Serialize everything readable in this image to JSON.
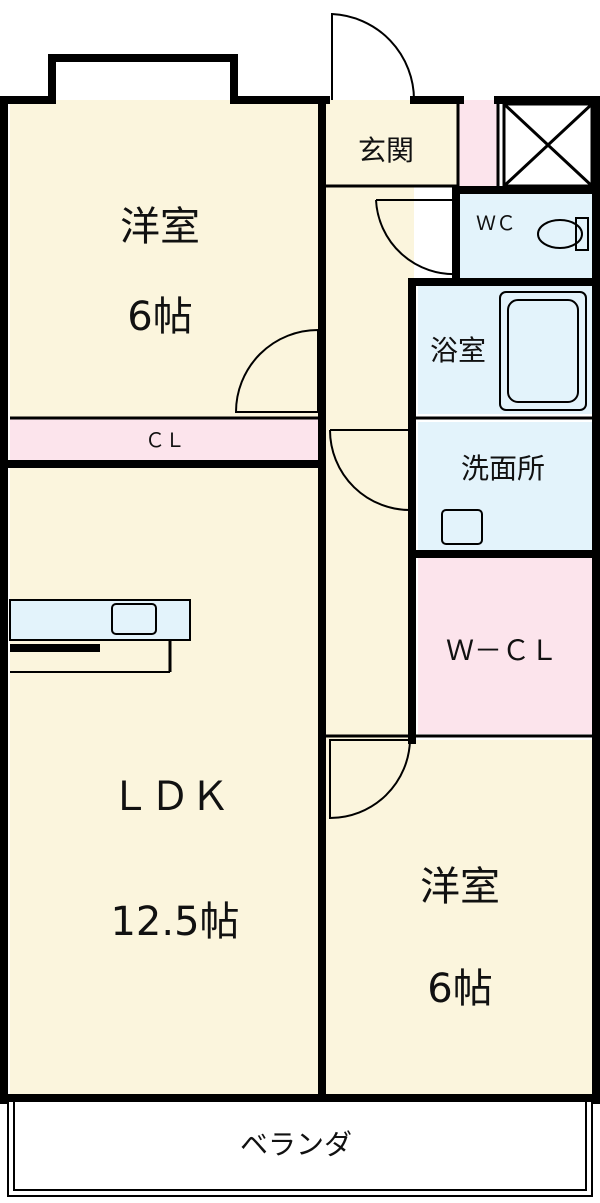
{
  "floor_plan": {
    "rooms": {
      "bedroom_north": {
        "name": "洋室",
        "size": "6帖"
      },
      "closet": {
        "label": "ＣＬ"
      },
      "ldk": {
        "name": "ＬＤＫ",
        "size": "12.5帖"
      },
      "entrance": {
        "label": "玄関"
      },
      "toilet": {
        "label": "ＷＣ"
      },
      "bathroom": {
        "label": "浴室"
      },
      "washroom": {
        "label": "洗面所"
      },
      "walk_in_closet": {
        "label": "Ｗ－ＣＬ"
      },
      "bedroom_south": {
        "name": "洋室",
        "size": "6帖"
      },
      "veranda": {
        "label": "ベランダ"
      }
    },
    "colors": {
      "room_fill": "#fbf5dd",
      "closet_fill": "#fce4ec",
      "wet_area_fill": "#e3f3fb",
      "wall": "#000000"
    }
  }
}
